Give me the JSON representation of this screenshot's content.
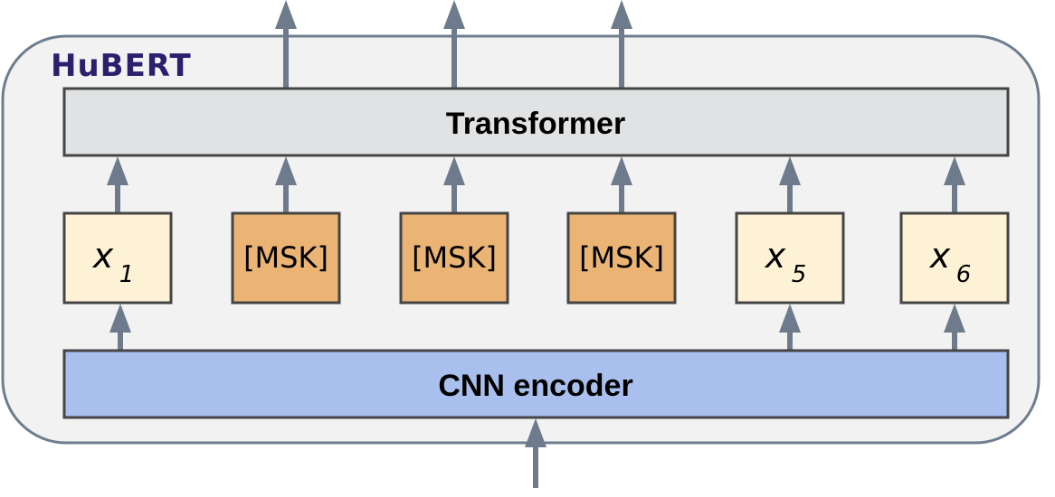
{
  "model": {
    "title": "HuBERT"
  },
  "transformer": {
    "label": "Transformer"
  },
  "encoder": {
    "label": "CNN encoder"
  },
  "tokens": [
    {
      "kind": "frame",
      "var": "x",
      "sub": "1",
      "label": "",
      "fed_by_encoder": true,
      "has_output": false
    },
    {
      "kind": "mask",
      "var": "",
      "sub": "",
      "label": "[MSK]",
      "fed_by_encoder": false,
      "has_output": true
    },
    {
      "kind": "mask",
      "var": "",
      "sub": "",
      "label": "[MSK]",
      "fed_by_encoder": false,
      "has_output": true
    },
    {
      "kind": "mask",
      "var": "",
      "sub": "",
      "label": "[MSK]",
      "fed_by_encoder": false,
      "has_output": true
    },
    {
      "kind": "frame",
      "var": "x",
      "sub": "5",
      "label": "",
      "fed_by_encoder": true,
      "has_output": false
    },
    {
      "kind": "frame",
      "var": "x",
      "sub": "6",
      "label": "",
      "fed_by_encoder": true,
      "has_output": false
    }
  ],
  "colors": {
    "title": "#2e1f6e",
    "container_fill": "#f2f2f2",
    "container_stroke": "#6e7d8e",
    "transformer_fill": "#e1e2e4",
    "encoder_fill": "#a9c0ee",
    "frame_fill": "#fdf2d6",
    "mask_fill": "#ebb474",
    "box_stroke": "#454545",
    "arrow": "#6d7b8c"
  }
}
